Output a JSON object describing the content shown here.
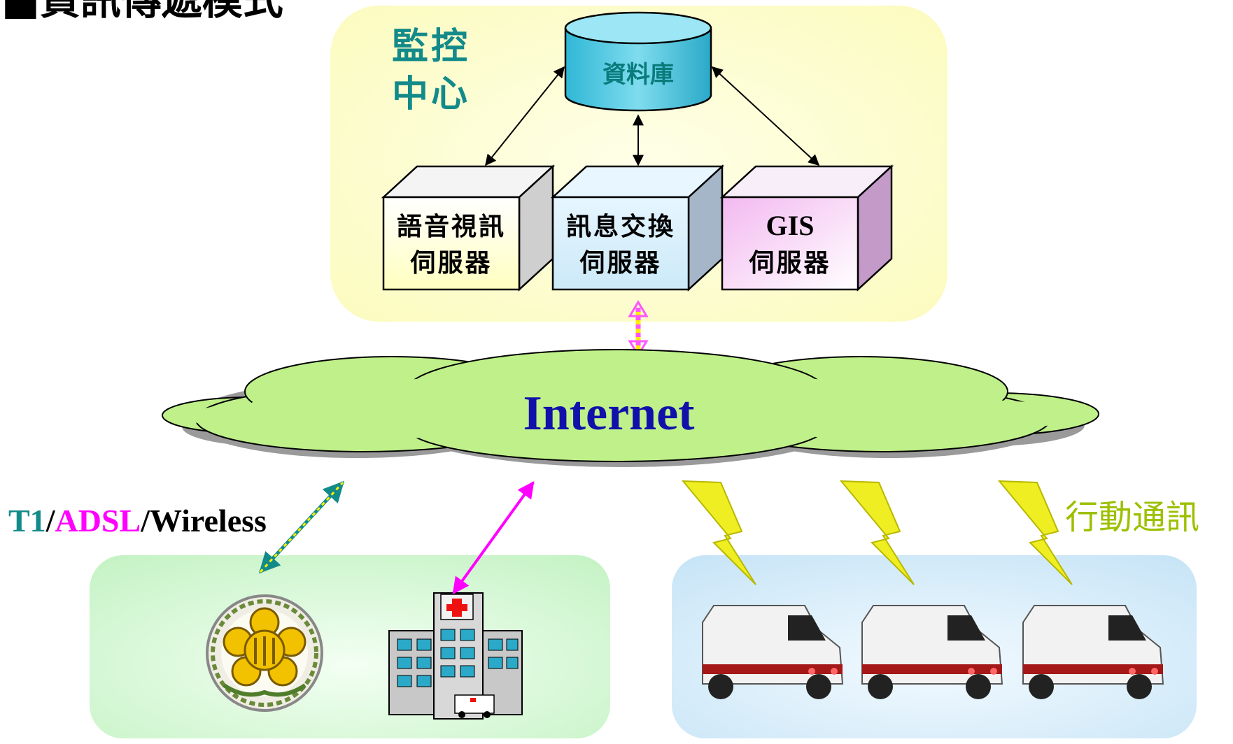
{
  "title": "■資訊傳遞模式",
  "control_center": {
    "label_line1": "監控",
    "label_line2": "中心",
    "database": "資料庫",
    "servers": [
      {
        "line1": "語音視訊",
        "line2": "伺服器"
      },
      {
        "line1": "訊息交換",
        "line2": "伺服器"
      },
      {
        "line1": "GIS",
        "line2": "伺服器"
      }
    ]
  },
  "network": {
    "label": "Internet"
  },
  "links": {
    "t1": "T1",
    "sep1": "/",
    "adsl": "ADSL",
    "sep2": "/",
    "wireless": "Wireless",
    "mobile": "行動通訊"
  },
  "colors": {
    "center_bg": "#ffffcc",
    "hospital_bg": "#ccf5cc",
    "ambulance_bg": "#cfe8f8",
    "cloud": "#bff08a",
    "t1_color": "#138a8a",
    "adsl_color": "#ff00ff",
    "lightning": "#eeee22",
    "internet_text": "#1111aa"
  }
}
